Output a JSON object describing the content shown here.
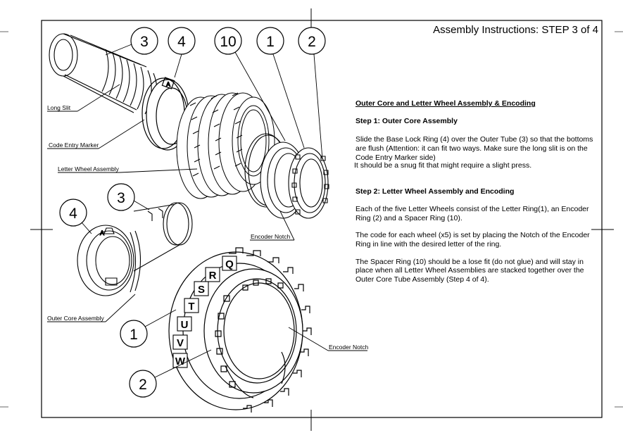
{
  "header": {
    "title": "Assembly Instructions:  STEP 3 of 4"
  },
  "section_title": "Outer Core  and Letter Wheel Assembly & Encoding",
  "step1": {
    "title": "Step 1: Outer Core Assembly",
    "p1_l1": "Slide the Base Lock Ring (4) over the Outer Tube (3) so that the bottoms",
    "p1_l2": "are flush (Attention: it can fit two ways. Make sure the long slit is on the",
    "p1_l3": "Code Entry Marker side)",
    "p1_l4": "It should be a snug fit that might require a slight press."
  },
  "step2": {
    "title": "Step 2: Letter Wheel Assembly and Encoding",
    "p1_l1": "Each of the five Letter Wheels consist of the Letter Ring(1), an Encoder",
    "p1_l2": "Ring (2) and a Spacer Ring (10).",
    "p2_l1": "The code for each wheel (x5) is set by placing the Notch of the Encoder",
    "p2_l2": "Ring in line with the desired letter of the ring.",
    "p3_l1": "The Spacer Ring (10) should be a lose fit (do not glue) and will stay in",
    "p3_l2": "place when all Letter Wheel Assemblies are stacked together over the",
    "p3_l3": "Outer Core Tube Assembly (Step 4 of 4)."
  },
  "callouts": {
    "top": [
      "3",
      "4",
      "10",
      "1",
      "2"
    ],
    "mid": [
      "3",
      "4"
    ],
    "bottom": [
      "1",
      "2"
    ]
  },
  "labels": {
    "long_slit": "Long Slit",
    "code_entry_marker": "Code Entry Marker",
    "letter_wheel_assembly": "Letter Wheel Assembly",
    "encoder_notch_top": "Encoder Notch",
    "outer_core_assembly": "Outer Core Assembly",
    "encoder_notch_bottom": "Encoder Notch"
  },
  "wheel_letters": [
    "Q",
    "R",
    "S",
    "T",
    "U",
    "V",
    "W"
  ],
  "ring_marks": [
    "A",
    "A"
  ]
}
